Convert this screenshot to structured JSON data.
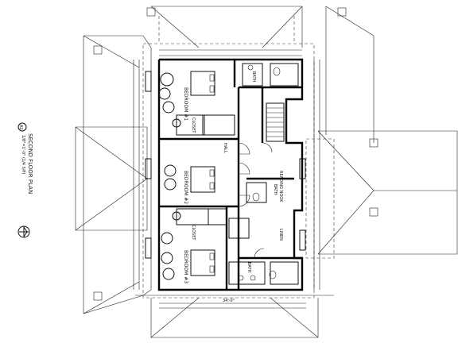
{
  "title_block": {
    "title": "SECOND FLOOR PLAN",
    "scale": "1/8\"=1'-0\" (1/4 S/P)",
    "sheet_number": "A2"
  },
  "rooms": [
    {
      "label": "BEDROOM #1"
    },
    {
      "label": "BEDROOM #2"
    },
    {
      "label": "BEDROOM #3"
    },
    {
      "label": "CLOSET"
    },
    {
      "label": "CLOSET"
    },
    {
      "label": "BATH"
    },
    {
      "label": "BATH"
    },
    {
      "label": "BATH"
    },
    {
      "label": "HALL"
    },
    {
      "label": "READING NOOK"
    },
    {
      "label": "LINEN"
    }
  ],
  "dimensions": {
    "bottom": "34'-0\""
  }
}
